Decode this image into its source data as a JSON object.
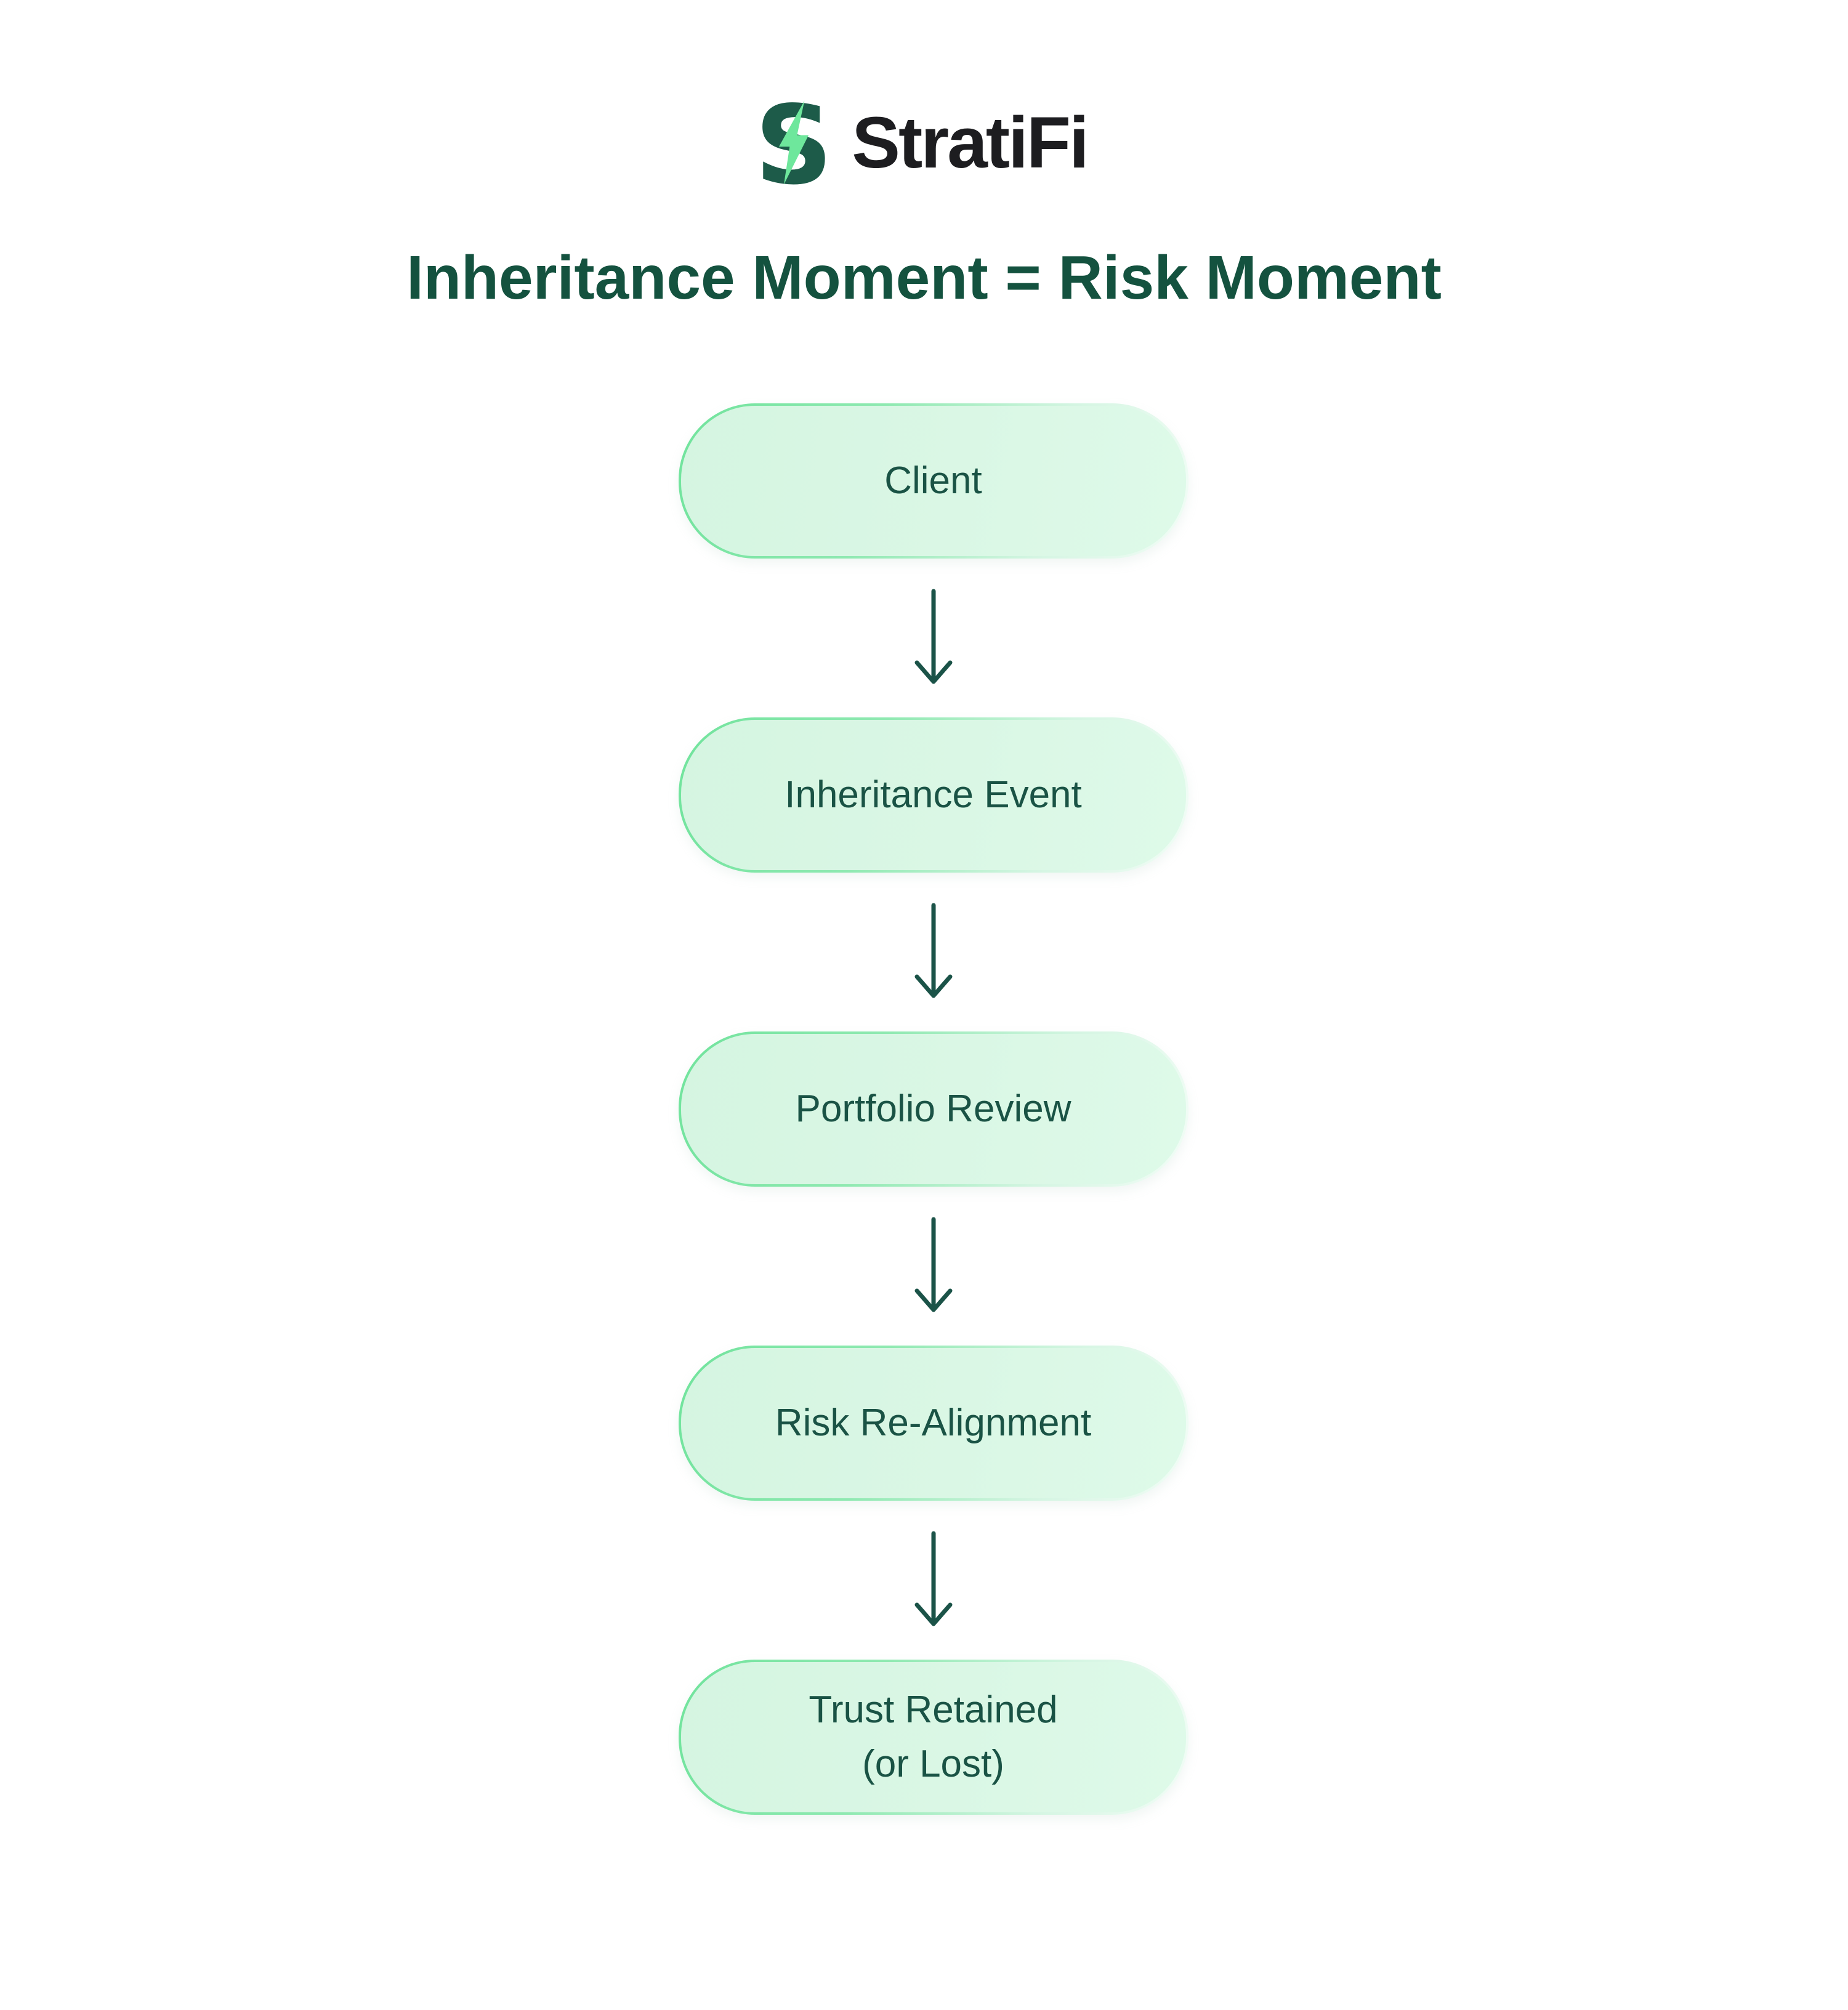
{
  "logo": {
    "brand": "StratiFi",
    "icon": "stratifi-lightning-s-icon"
  },
  "title": "Inheritance Moment = Risk Moment",
  "flow": {
    "nodes": [
      {
        "label": "Client"
      },
      {
        "label": "Inheritance Event"
      },
      {
        "label": "Portfolio Review"
      },
      {
        "label": "Risk Re-Alignment"
      },
      {
        "label": "Trust Retained\n(or Lost)"
      }
    ],
    "arrow_icon": "arrow-down"
  },
  "colors": {
    "background": "#ffffff",
    "title_text": "#14523f",
    "node_fill": "#d9f7e4",
    "node_border_start": "#70e39c",
    "node_border_end": "#f3fdf7",
    "node_text": "#1a5345",
    "arrow": "#1b5348",
    "logo_dark_green": "#1d5b49",
    "logo_light_green": "#6ee79c",
    "logo_wordmark": "#1d1d20"
  }
}
